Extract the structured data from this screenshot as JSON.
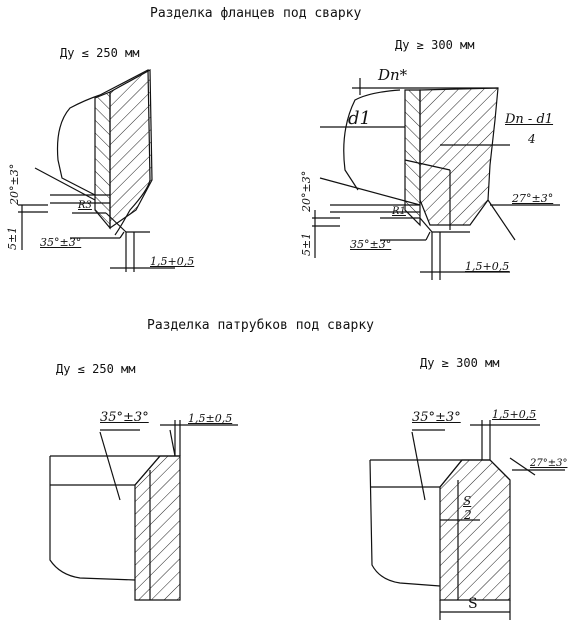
{
  "titles": {
    "flanges": "Разделка фланцев под сварку",
    "nozzles": "Разделка патрубков под сварку"
  },
  "conditions": {
    "small": "Ду ≤ 250 мм",
    "large": "Ду ≥ 300 мм"
  },
  "flange_small": {
    "angle_top": "20°±3°",
    "radius": "R3",
    "gap": "5±1",
    "angle_bottom": "35°±3°",
    "root": "1,5+0,5"
  },
  "flange_large": {
    "dn": "Dn*",
    "d1": "d1",
    "formula_num": "Dn - d1",
    "formula_den": "4",
    "angle_top": "20°±3°",
    "radius": "R1",
    "angle_right": "27°±3°",
    "gap": "5±1",
    "angle_bottom": "35°±3°",
    "root": "1,5+0,5"
  },
  "nozzle_small": {
    "angle": "35°±3°",
    "root": "1,5±0,5"
  },
  "nozzle_large": {
    "angle": "35°±3°",
    "root": "1,5+0,5",
    "angle_right": "27°±3°",
    "half_num": "S",
    "half_den": "2",
    "thickness": "S"
  }
}
